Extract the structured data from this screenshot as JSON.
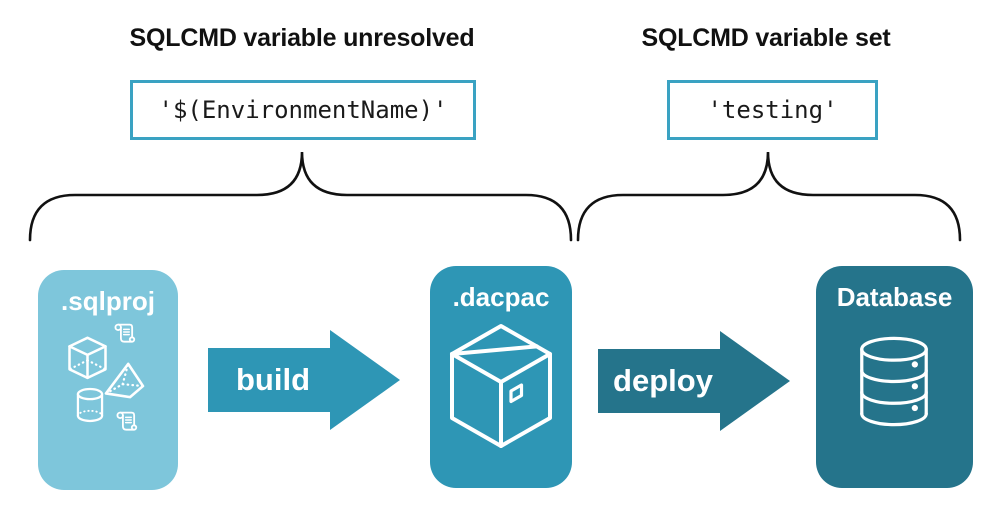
{
  "callouts": {
    "unresolved": {
      "heading": "SQLCMD variable unresolved",
      "code": "'$(EnvironmentName)'"
    },
    "set": {
      "heading": "SQLCMD variable set",
      "code": "'testing'"
    }
  },
  "stages": [
    {
      "label": ".sqlproj",
      "icon": "sql-project-objects",
      "icons": [
        "scroll-icon",
        "cube-icon",
        "pyramid-icon",
        "cylinder-icon",
        "scroll-icon"
      ],
      "color": "#7EC6DB"
    },
    {
      "label": ".dacpac",
      "icon": "package-icon",
      "color": "#2E96B5"
    },
    {
      "label": "Database",
      "icon": "database-icon",
      "color": "#25748B"
    }
  ],
  "arrows": [
    {
      "label": "build",
      "color": "#2E96B5"
    },
    {
      "label": "deploy",
      "color": "#25748B"
    }
  ],
  "colors": {
    "light_blue": "#7EC6DB",
    "teal": "#2E96B5",
    "dark_teal": "#25748B",
    "code_border": "#3AA2C2",
    "ink": "#111111",
    "code_text": "#1a1a1a",
    "white": "#ffffff"
  }
}
